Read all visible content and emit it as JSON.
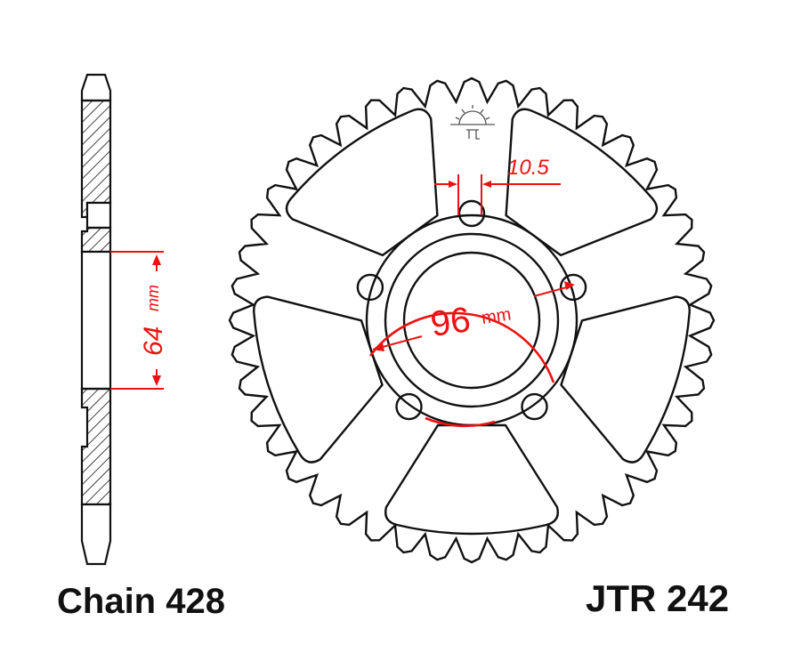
{
  "labels": {
    "chain": "Chain 428",
    "part_number": "JTR 242"
  },
  "dimensions": {
    "hub_bore_width": "64",
    "hub_bore_unit": "mm",
    "pcd": "96",
    "pcd_unit": "mm",
    "bolt_hole_diameter": "10.5"
  },
  "sprocket": {
    "teeth": 44,
    "bolt_holes": 5,
    "cutouts": 5
  },
  "colors": {
    "outline": "#111111",
    "dimension": "#ee1111"
  }
}
